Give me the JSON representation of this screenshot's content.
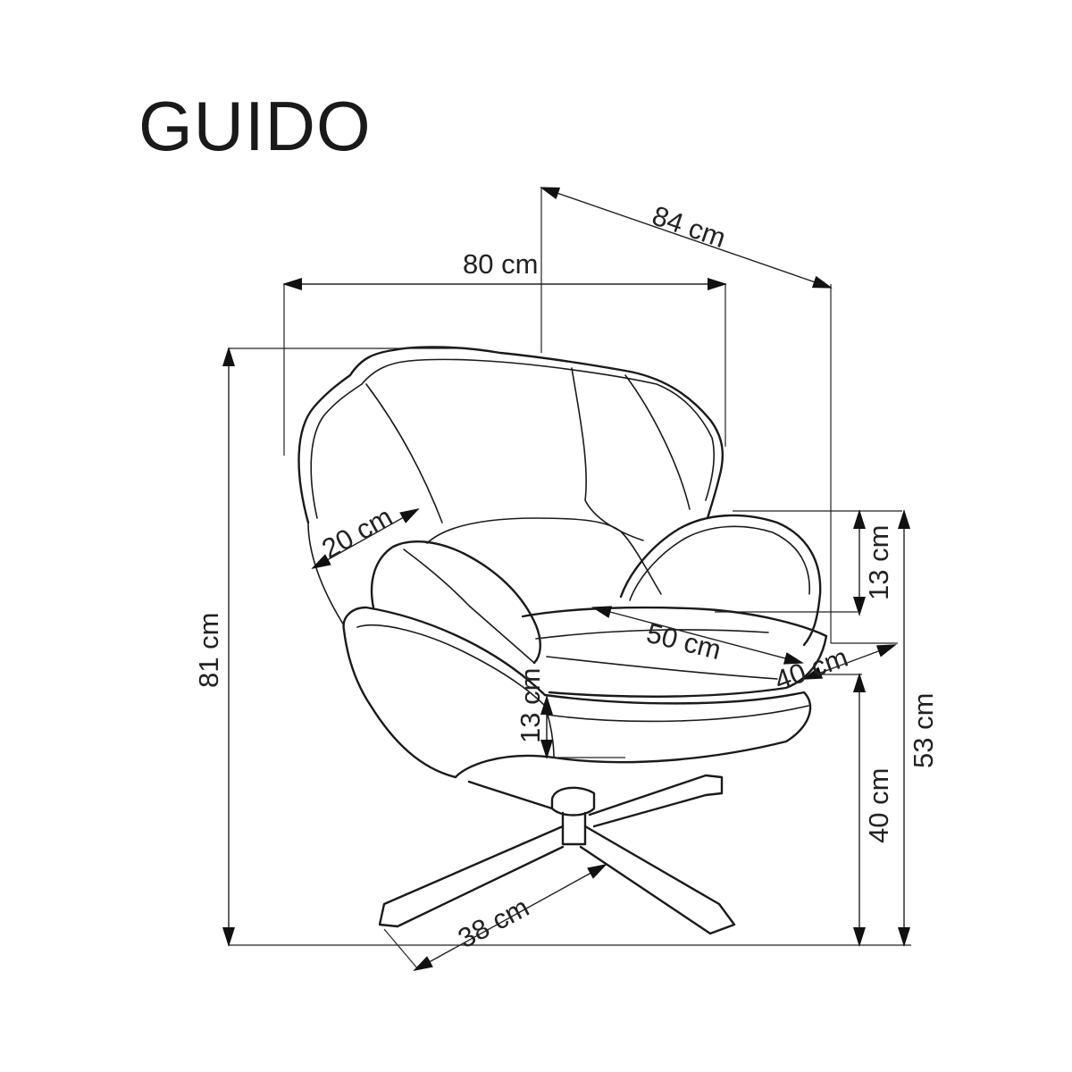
{
  "title": "GUIDO",
  "dimensions": {
    "width_back": "84 cm",
    "width_front": "80 cm",
    "height_total": "81 cm",
    "armrest_width": "20 cm",
    "armrest_height": "13 cm",
    "seat_depth": "50 cm",
    "seat_width": "40 cm",
    "seat_thickness": "13 cm",
    "seat_height": "40 cm",
    "armrest_total_height": "53 cm",
    "base_leg": "38 cm"
  }
}
